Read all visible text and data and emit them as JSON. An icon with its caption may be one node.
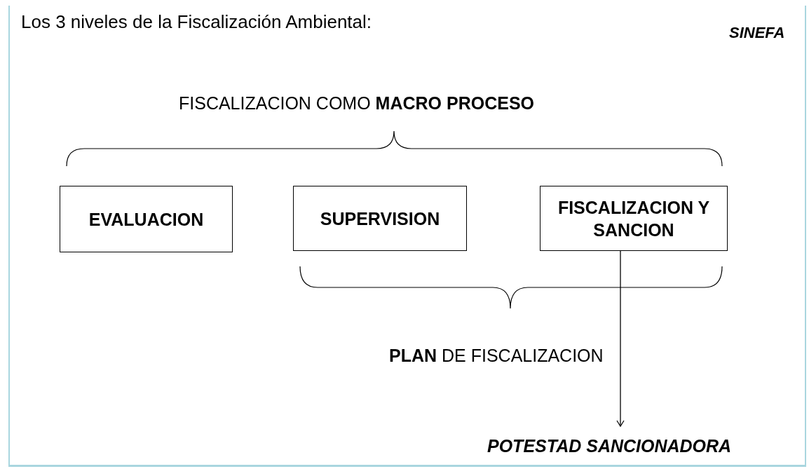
{
  "diagram": {
    "title": "Los 3 niveles de la Fiscalización Ambiental:",
    "nodes": [
      {
        "text": [
          "EVALUACION"
        ]
      },
      {
        "text": [
          "SUPERVISION"
        ]
      },
      {
        "text": [
          "FISCALIZACION Y SANCION"
        ]
      },
      {
        "text": [
          "POTESTAD SANCIONADORA"
        ]
      }
    ],
    "edges": [
      {
        "from": 2,
        "to": 3,
        "arrow": "to"
      }
    ],
    "labels": [
      "SINEFA",
      "FISCALIZACION COMO **MACRO PROCESO**",
      "**PLAN** DE FISCALIZACION"
    ]
  }
}
